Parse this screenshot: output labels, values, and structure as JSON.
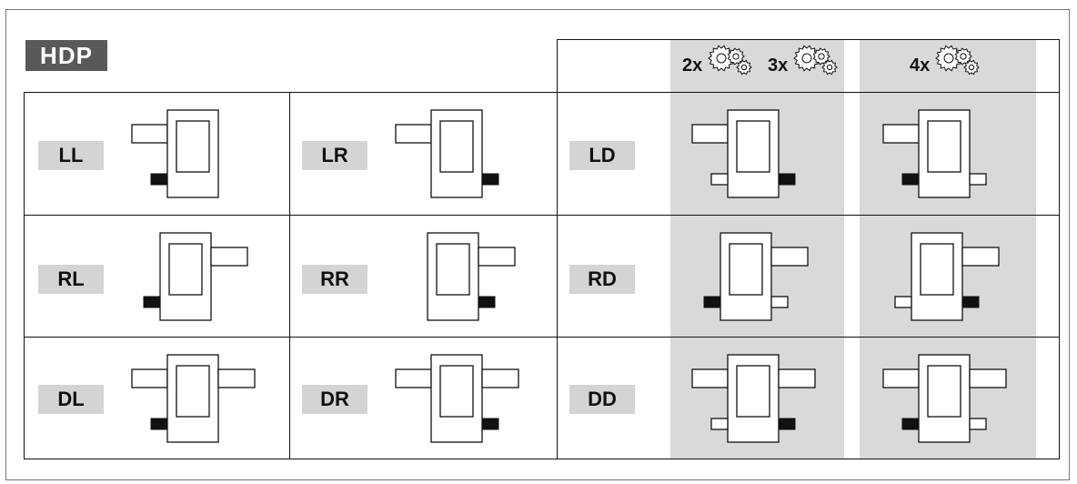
{
  "brand": {
    "label": "HDP"
  },
  "ratios": [
    {
      "label": "2x"
    },
    {
      "label": "3x"
    },
    {
      "label": "4x"
    }
  ],
  "codes": [
    {
      "label": "LL"
    },
    {
      "label": "LR"
    },
    {
      "label": "LD"
    },
    {
      "label": "RL"
    },
    {
      "label": "RR"
    },
    {
      "label": "RD"
    },
    {
      "label": "DL"
    },
    {
      "label": "DR"
    },
    {
      "label": "DD"
    }
  ],
  "colors": {
    "brand_bg": "#58595b",
    "shade": "#d9d9db",
    "label_bg": "#d4d4d6",
    "shaft_solid": "#111111"
  },
  "icons": [
    "gears-icon"
  ]
}
